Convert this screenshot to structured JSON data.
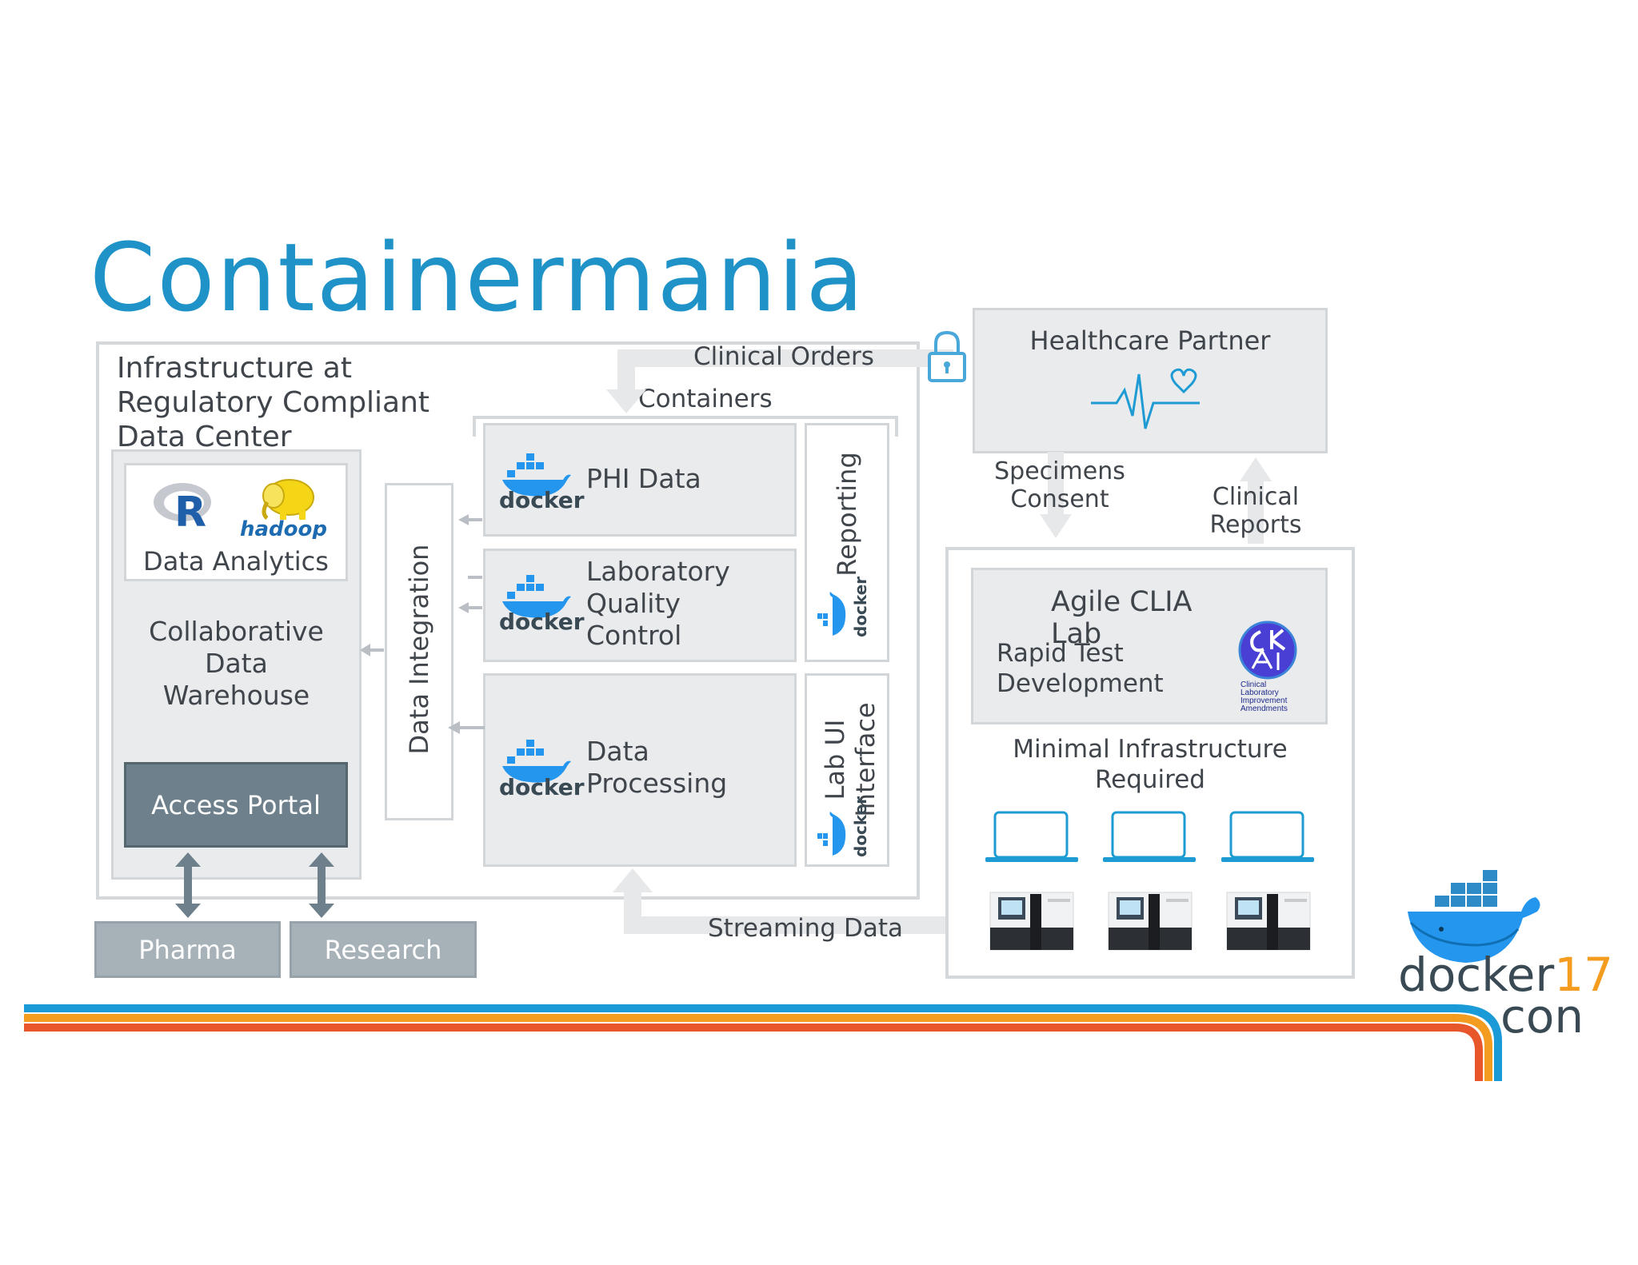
{
  "title": "Containermania",
  "datacenter": {
    "label": "Infrastructure at Regulatory Compliant Data Center",
    "label_lines": [
      "Infrastructure at",
      "Regulatory Compliant",
      "Data Center"
    ],
    "analytics_label": "Data Analytics",
    "warehouse_lines": [
      "Collaborative",
      "Data",
      "Warehouse"
    ],
    "access_portal": "Access Portal",
    "data_integration": "Data Integration",
    "r_logo": "R",
    "hadoop_logo": "hadoop"
  },
  "containers": {
    "label": "Containers",
    "docker_word": "docker",
    "phi": "PHI Data",
    "lqc_lines": [
      "Laboratory",
      "Quality",
      "Control"
    ],
    "processing_lines": [
      "Data",
      "Processing"
    ],
    "reporting": "Reporting",
    "lab_ui_lines": [
      "Lab UI",
      "Interface"
    ]
  },
  "flows": {
    "clinical_orders": "Clinical Orders",
    "streaming_data": "Streaming Data",
    "specimens_lines": [
      "Specimens",
      "Consent"
    ],
    "clinical_reports_lines": [
      "Clinical",
      "Reports"
    ]
  },
  "partner": {
    "label": "Healthcare Partner"
  },
  "lab": {
    "title_lines": [
      "Agile CLIA",
      "Lab"
    ],
    "subtitle_lines": [
      "Rapid Test",
      "Development"
    ],
    "clia_lines": [
      "Clinical",
      "Laboratory",
      "Improvement",
      "Amendments"
    ],
    "minimal_lines": [
      "Minimal Infrastructure",
      "Required"
    ]
  },
  "consumers": {
    "pharma": "Pharma",
    "research": "Research"
  },
  "branding": {
    "docker": "docker",
    "year": "17",
    "con": "con"
  },
  "colors": {
    "title": "#1f93c8",
    "stripe_blue": "#1a9ad6",
    "stripe_orange": "#f39c1f",
    "stripe_red": "#e8572b",
    "docker_blue": "#2496ed"
  }
}
